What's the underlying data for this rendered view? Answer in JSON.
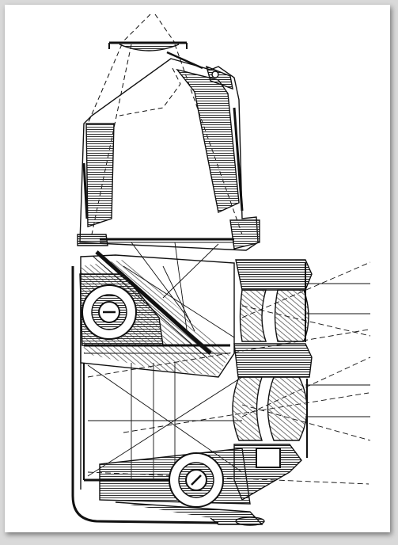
{
  "figure": {
    "subject": "twin-lens-reflex-camera-cutaway",
    "style": "line-engraving",
    "colors": {
      "background": "#ffffff",
      "ink": "#111111",
      "hatch": "#555555",
      "page": "#d9d9d9"
    },
    "components": [
      "magnifier",
      "viewing-hood",
      "focusing-screen",
      "viewing-mirror",
      "viewing-lens",
      "taking-lens",
      "film-supply-spool",
      "film-takeup-spool",
      "body-shell"
    ]
  }
}
